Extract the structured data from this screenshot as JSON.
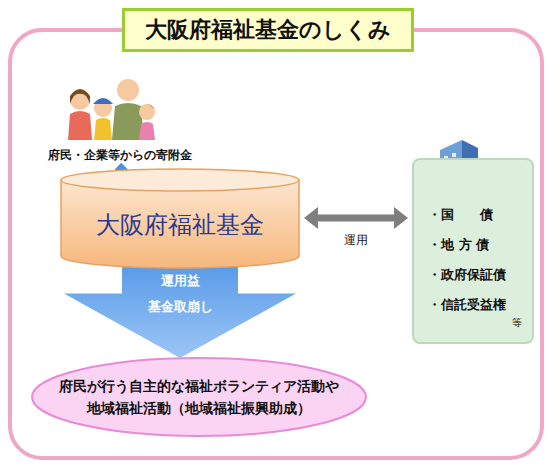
{
  "diagram": {
    "title": "大阪府福祉基金のしくみ",
    "nodes": [
      {
        "text": [
          "大阪府福祉基金"
        ]
      },
      {
        "text": [
          "・国　　債",
          "・地 方 債",
          "・政府保証債",
          "・信託受益権",
          "等"
        ]
      },
      {
        "text": [
          "府民が行う自主的な福祉ボランティア活動や 地域福祉活動（地域福祉振興助成）"
        ]
      }
    ],
    "edges": [
      {
        "from": 0,
        "to": 1,
        "arrow": "both",
        "label": "運用"
      },
      {
        "from": 0,
        "to": 2,
        "arrow": "to",
        "label": "運用益 基金取崩し"
      }
    ],
    "labels": [
      "府民・企業等からの寄附金"
    ]
  }
}
